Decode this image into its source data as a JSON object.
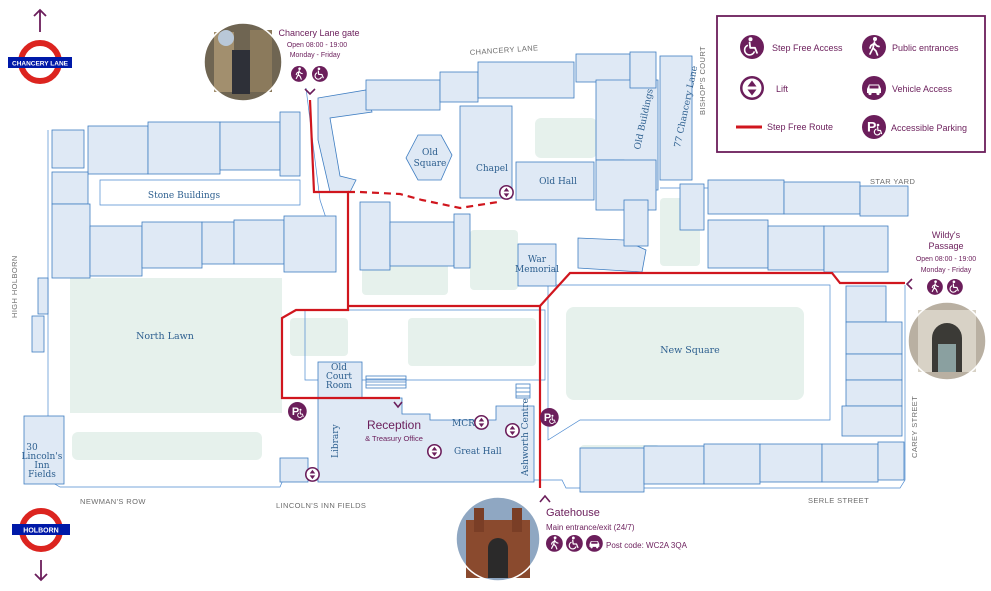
{
  "stations": {
    "top": {
      "name": "CHANCERY LANE"
    },
    "bottom": {
      "name": "HOLBORN"
    }
  },
  "roads": {
    "chancery_lane": "CHANCERY LANE",
    "bishops_court": "BISHOP'S COURT",
    "star_yard": "STAR YARD",
    "high_holborn": "HIGH HOLBORN",
    "carey_street": "CAREY STREET",
    "newmans_row": "NEWMAN'S ROW",
    "lincolns_inn_fields": "LINCOLN'S INN FIELDS",
    "serle_street": "SERLE STREET"
  },
  "buildings": {
    "old_square": [
      "Old",
      "Square"
    ],
    "chapel": "Chapel",
    "old_hall": "Old Hall",
    "old_buildings": "Old Buildings",
    "chancery_lane_77": "77 Chancery Lane",
    "stone_buildings": "Stone Buildings",
    "war_memorial": [
      "War",
      "Memorial"
    ],
    "north_lawn": "North Lawn",
    "new_square": "New Square",
    "old_court_room": [
      "Old",
      "Court",
      "Room"
    ],
    "library": "Library",
    "mcr": "MCR",
    "great_hall": "Great Hall",
    "ashworth_centre": "Ashworth Centre",
    "lincolns_inn_fields_30": [
      "30",
      "Lincoln's",
      "Inn",
      "Fields"
    ]
  },
  "reception": {
    "title": "Reception",
    "subtitle": "& Treasury Office"
  },
  "gates": {
    "chancery": {
      "title": "Chancery Lane gate",
      "hours": "Open 08:00 - 19:00",
      "days": "Monday - Friday"
    },
    "wildys": {
      "title_1": "Wildy's",
      "title_2": "Passage",
      "hours": "Open 08:00 - 19:00",
      "days": "Monday - Friday"
    },
    "gatehouse": {
      "title": "Gatehouse",
      "subtitle": "Main entrance/exit (24/7)",
      "postcode": "Post code: WC2A 3QA"
    }
  },
  "legend": {
    "step_free_access": "Step Free Access",
    "public_entrances": "Public entrances",
    "lift": "Lift",
    "vehicle_access": "Vehicle Access",
    "step_free_route": "Step Free Route",
    "accessible_parking": "Accessible Parking"
  },
  "colors": {
    "accent_purple": "#6b1e5b",
    "route_red": "#d0161e",
    "building_fill": "#dfe9f5",
    "building_stroke": "#3f7ec2",
    "grass": "#e6f1ec",
    "underground_red": "#dc241f",
    "underground_blue": "#0019a8"
  },
  "icons": [
    "wheelchair-icon",
    "walking-person-icon",
    "lift-icon",
    "car-icon",
    "accessible-parking-icon",
    "underground-roundel-icon",
    "arrow-up-icon",
    "arrow-down-icon",
    "chevron-icon"
  ]
}
